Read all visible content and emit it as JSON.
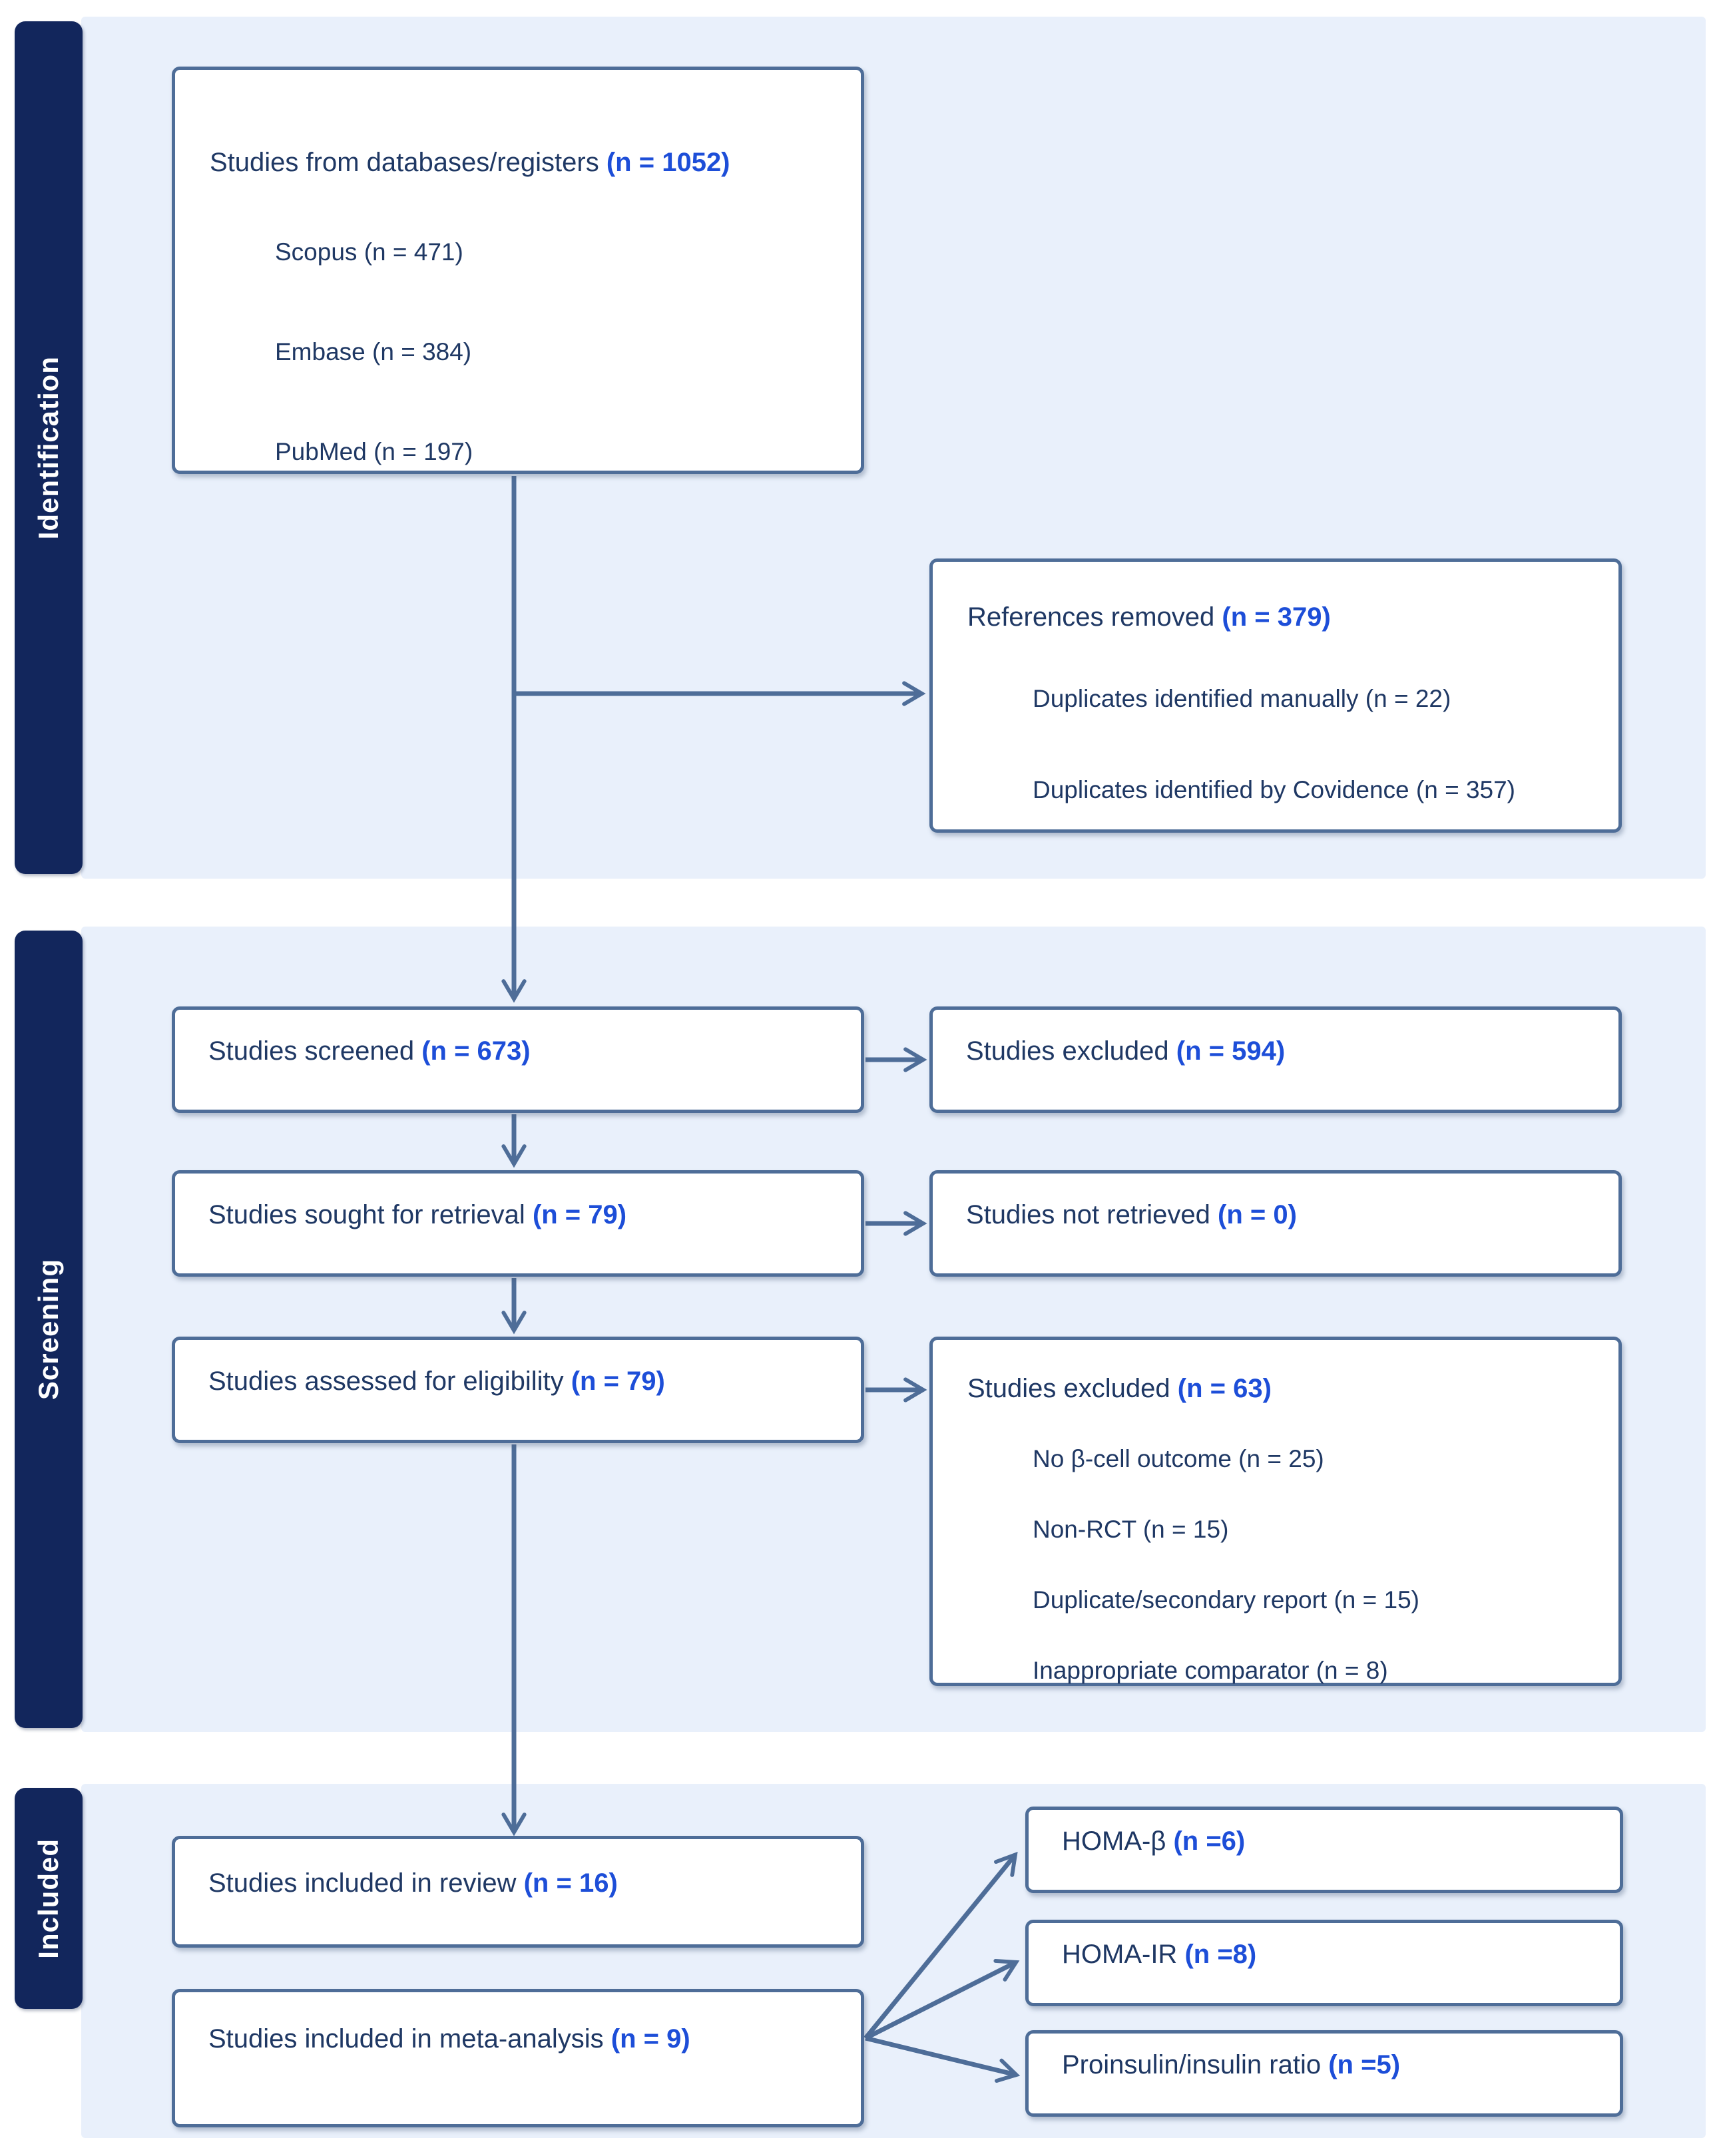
{
  "palette": {
    "sidebar_navy": "#12265C",
    "band_light_blue": "#E9F0FB",
    "box_border_slate": "#4E6D98",
    "text_navy": "#1F3864",
    "count_blue": "#1D4ED8",
    "box_fill": "#FFFFFF"
  },
  "sections": {
    "identification": {
      "label": "Identification"
    },
    "screening": {
      "label": "Screening"
    },
    "included": {
      "label": "Included"
    }
  },
  "boxes": {
    "databases": {
      "title": "Studies from databases/registers",
      "n": "(n = 1052)",
      "items": [
        "Scopus (n = 471)",
        "Embase (n = 384)",
        "PubMed (n = 197)"
      ]
    },
    "references_removed": {
      "title": "References removed",
      "n": "(n = 379)",
      "items": [
        "Duplicates identified manually (n = 22)",
        "Duplicates identified by Covidence (n = 357)"
      ]
    },
    "screened": {
      "title": "Studies screened",
      "n": "(n = 673)"
    },
    "excluded_screening": {
      "title": "Studies excluded",
      "n": "(n = 594)"
    },
    "sought": {
      "title": "Studies sought for retrieval",
      "n": "(n = 79)"
    },
    "not_retrieved": {
      "title": "Studies not retrieved",
      "n": "(n = 0)"
    },
    "assessed": {
      "title": "Studies assessed for eligibility",
      "n": "(n = 79)"
    },
    "excluded_eligibility": {
      "title": "Studies excluded",
      "n": "(n = 63)",
      "items": [
        "No β-cell outcome (n = 25)",
        "Non-RCT (n = 15)",
        "Duplicate/secondary report (n = 15)",
        "Inappropriate comparator (n = 8)"
      ]
    },
    "included_review": {
      "title": "Studies included in review",
      "n": "(n = 16)"
    },
    "meta_analysis": {
      "title": "Studies included in meta-analysis",
      "n": "(n = 9)"
    },
    "homa_beta": {
      "title": "HOMA-β",
      "n": "(n =6)"
    },
    "homa_ir": {
      "title": "HOMA-IR",
      "n": "(n =8)"
    },
    "proinsulin_ratio": {
      "title": "Proinsulin/insulin ratio",
      "n": "(n =5)"
    }
  }
}
